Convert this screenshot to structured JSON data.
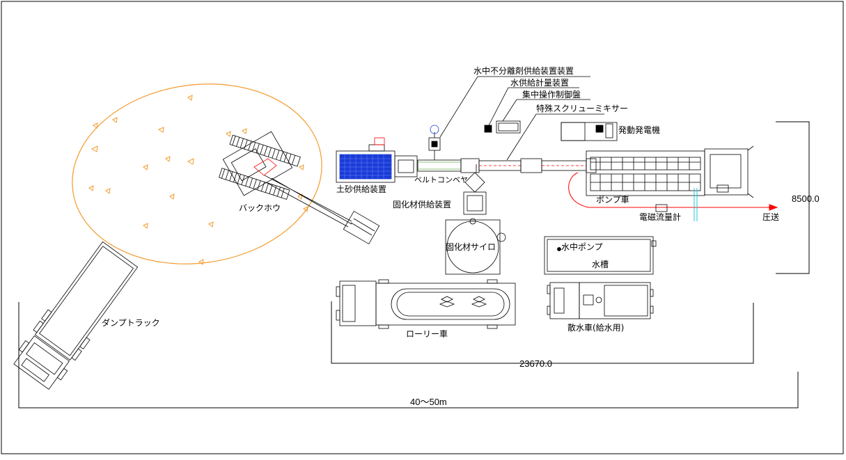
{
  "labels": {
    "admixture_feeder": "水中不分離剤供給装置装置",
    "water_meter": "水供給計量装置",
    "control_panel": "集中操作制御盤",
    "screw_mixer": "特殊スクリューミキサー",
    "generator": "発動発電機",
    "soil_feeder": "土砂供給装置",
    "belt_conveyor": "ベルトコンベヤ",
    "binder_feeder": "固化材供給装置",
    "binder_silo": "固化材サイロ",
    "pump_truck": "ポンプ車",
    "flowmeter": "電磁流量計",
    "pumping": "圧送",
    "backhoe": "バックホウ",
    "submersible_pump": "水中ポンプ",
    "water_tank": "水槽",
    "dump_truck": "ダンプトラック",
    "lorry": "ローリー車",
    "water_truck": "散水車(給水用)"
  },
  "dimensions": {
    "height": "8500.0",
    "plant_width": "23670.0",
    "site_length": "40～50m"
  },
  "colors": {
    "line": "#000000",
    "swing_area": "#f39a2c",
    "flow": "#ff0000",
    "hopper": "#1a3cd6",
    "water_pipe": "#23c7e0",
    "guide": "#6ab04c"
  }
}
